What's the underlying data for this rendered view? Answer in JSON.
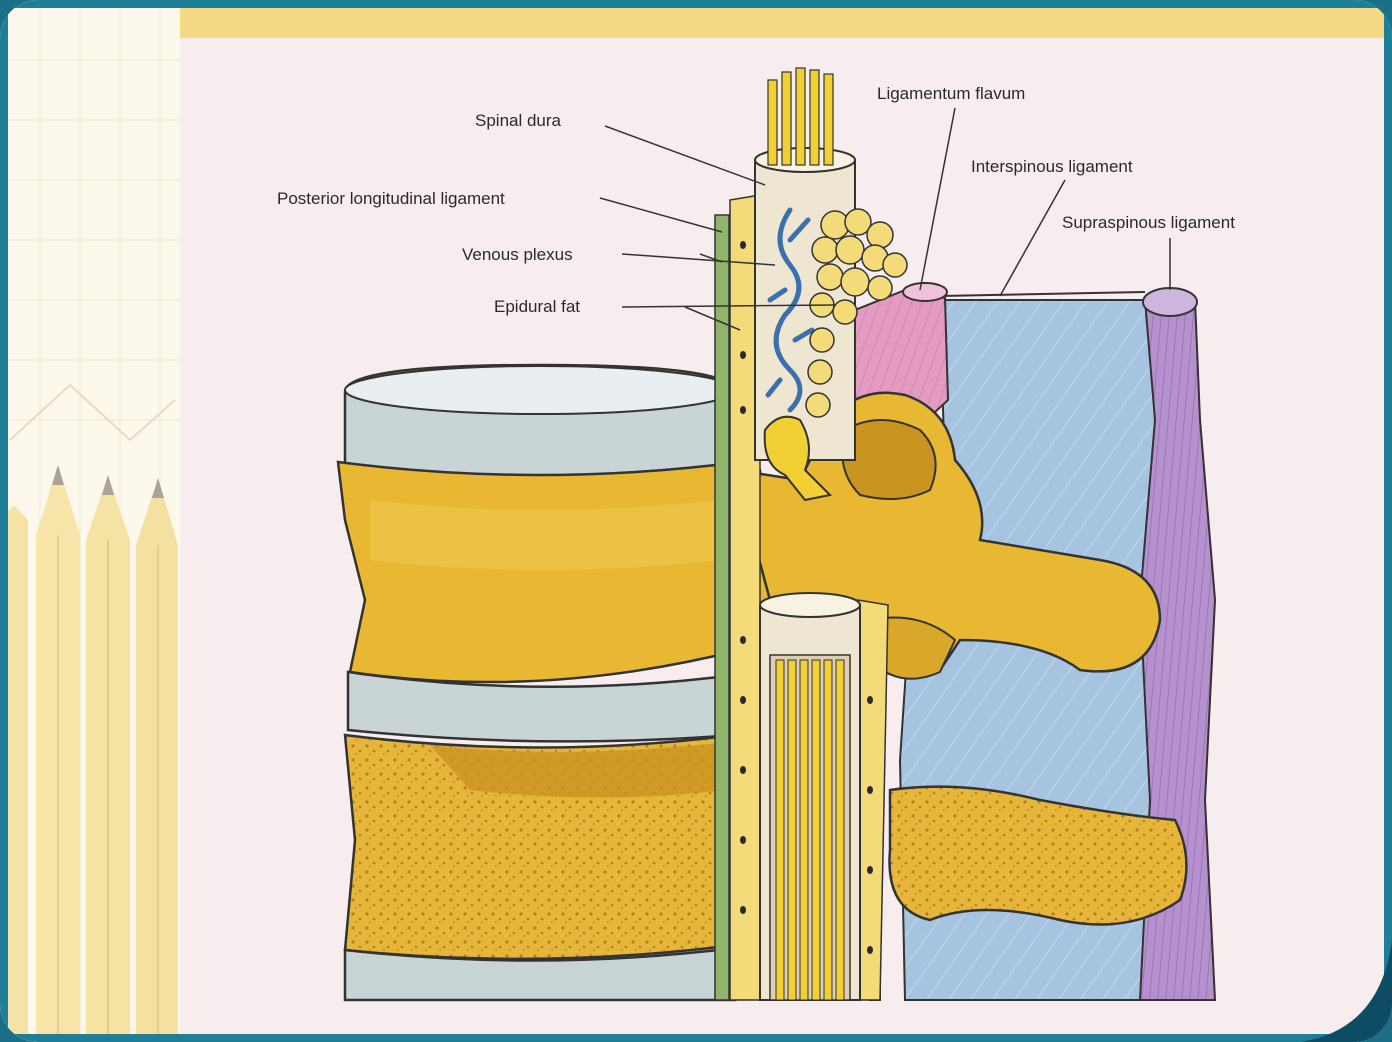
{
  "diagram": {
    "labels": {
      "spinal_dura": "Spinal dura",
      "posterior_longitudinal_ligament": "Posterior longitudinal ligament",
      "venous_plexus": "Venous plexus",
      "epidural_fat": "Epidural fat",
      "ligamentum_flavum": "Ligamentum flavum",
      "interspinous_ligament": "Interspinous ligament",
      "supraspinous_ligament": "Supraspinous ligament"
    }
  },
  "colors": {
    "frame_teal": "#1f7f97",
    "top_band": "#f6d985",
    "plate_background": "#f7ecee",
    "bone_yellow": "#e8b833",
    "bone_dark": "#c99420",
    "disc_grey": "#c9d4d6",
    "dura_cream": "#efe6d2",
    "nerve_yellow": "#f2d033",
    "ligamentum_flavum_pink": "#e39bc2",
    "interspinous_blue": "#a6c4e0",
    "supraspinous_purple": "#b490cc",
    "venous_blue": "#3b6fae",
    "pll_green": "#8fb46a"
  }
}
